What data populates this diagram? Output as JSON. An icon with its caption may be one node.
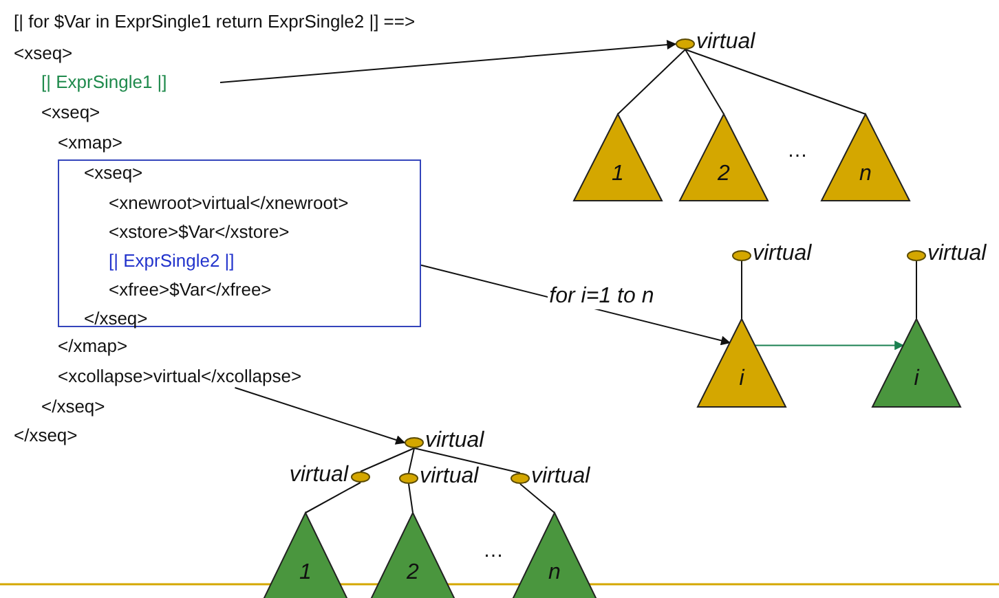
{
  "diagram": {
    "nodes": [
      {
        "text": [
          "[| ExprSingle1 |]"
        ]
      },
      {
        "text": [
          "<xseq>",
          "<xnewroot>virtual</xnewroot>",
          "<xstore>$Var</xstore>",
          "[| ExprSingle2 |]",
          "<xfree>$Var</xfree>",
          "</xseq>"
        ]
      },
      {
        "text": [
          "<xcollapse>virtual</xcollapse>"
        ]
      },
      {
        "text": [],
        "shape": "circle",
        "beside": [
          "virtual"
        ]
      },
      {
        "text": [
          "1"
        ]
      },
      {
        "text": [
          "2"
        ]
      },
      {
        "text": [
          "n"
        ]
      },
      {
        "text": [],
        "shape": "circle",
        "beside": [
          "virtual"
        ]
      },
      {
        "text": [
          "i"
        ]
      },
      {
        "text": [],
        "shape": "circle",
        "beside": [
          "virtual"
        ]
      },
      {
        "text": [
          "i"
        ]
      },
      {
        "text": [],
        "shape": "circle",
        "beside": [
          "virtual"
        ]
      },
      {
        "text": [],
        "shape": "circle",
        "beside": [
          "virtual"
        ]
      },
      {
        "text": [],
        "shape": "circle",
        "beside": [
          "virtual"
        ]
      },
      {
        "text": [],
        "shape": "circle",
        "beside": [
          "virtual"
        ]
      },
      {
        "text": [
          "1"
        ]
      },
      {
        "text": [
          "2"
        ]
      },
      {
        "text": [
          "n"
        ]
      }
    ],
    "edges": [
      {
        "from": 0,
        "to": 3,
        "arrow": "to"
      },
      {
        "from": 1,
        "to": 8,
        "arrow": "to",
        "label": "for i=1 to n"
      },
      {
        "from": 2,
        "to": 11,
        "arrow": "to"
      },
      {
        "from": 3,
        "to": 4,
        "arrow": "none"
      },
      {
        "from": 3,
        "to": 5,
        "arrow": "none"
      },
      {
        "from": 3,
        "to": 6,
        "arrow": "none"
      },
      {
        "from": 7,
        "to": 8,
        "arrow": "none"
      },
      {
        "from": 9,
        "to": 10,
        "arrow": "none"
      },
      {
        "from": 8,
        "to": 10,
        "arrow": "to",
        "color": "#1a8050"
      },
      {
        "from": 11,
        "to": 12,
        "arrow": "none"
      },
      {
        "from": 11,
        "to": 13,
        "arrow": "none"
      },
      {
        "from": 11,
        "to": 14,
        "arrow": "none"
      },
      {
        "from": 12,
        "to": 15,
        "arrow": "none"
      },
      {
        "from": 13,
        "to": 16,
        "arrow": "none"
      },
      {
        "from": 14,
        "to": 17,
        "arrow": "none"
      }
    ],
    "labels": [
      "[| for $Var in ExprSingle1 return ExprSingle2 |] ==>",
      "<xseq>",
      "<xseq>",
      "<xmap>",
      "</xmap>",
      "</xseq>",
      "</xseq>",
      "…",
      "…"
    ]
  }
}
